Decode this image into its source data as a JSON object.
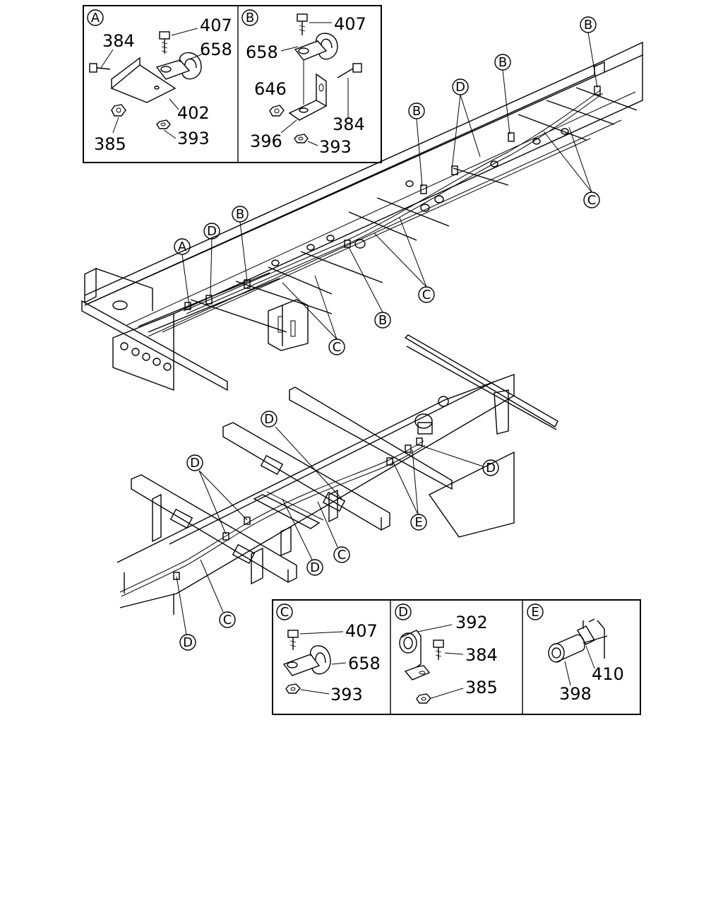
{
  "detail_top": {
    "A": {
      "letter": "A",
      "parts": [
        "407",
        "384",
        "658",
        "402",
        "385",
        "393"
      ]
    },
    "B": {
      "letter": "B",
      "parts": [
        "407",
        "658",
        "646",
        "384",
        "396",
        "393"
      ]
    }
  },
  "detail_bottom": {
    "C": {
      "letter": "C",
      "parts": [
        "407",
        "658",
        "393"
      ]
    },
    "D": {
      "letter": "D",
      "parts": [
        "392",
        "384",
        "385"
      ]
    },
    "E": {
      "letter": "E",
      "parts": [
        "410",
        "398"
      ]
    }
  },
  "callouts_upper": [
    "B",
    "B",
    "D",
    "B",
    "C",
    "A",
    "D",
    "B",
    "C",
    "B",
    "C"
  ],
  "callouts_lower": [
    "D",
    "D",
    "D",
    "E",
    "C",
    "D",
    "C",
    "D"
  ]
}
